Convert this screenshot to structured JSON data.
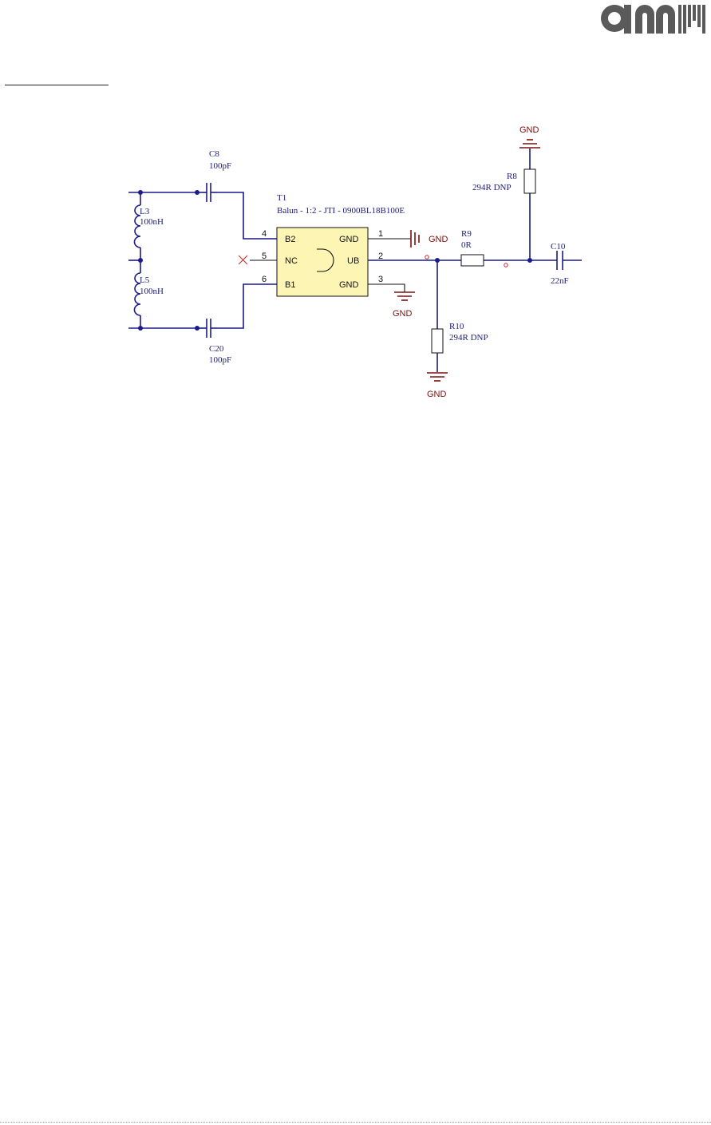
{
  "colors": {
    "wire": "#1a1a8c",
    "ground": "#7a1010",
    "balun_fill": "#fdf5b4",
    "logo": "#5a5a5a"
  },
  "components": {
    "c8": {
      "ref": "C8",
      "value": "100pF"
    },
    "c20": {
      "ref": "C20",
      "value": "100pF"
    },
    "l3": {
      "ref": "L3",
      "value": "100nH"
    },
    "l5": {
      "ref": "L5",
      "value": "100nH"
    },
    "t1": {
      "ref": "T1",
      "value": "Balun - 1:2 - JTI - 0900BL18B100E"
    },
    "r9": {
      "ref": "R9",
      "value": "0R"
    },
    "r8": {
      "ref": "R8",
      "value": "294R DNP"
    },
    "r10": {
      "ref": "R10",
      "value": "294R DNP"
    },
    "c10": {
      "ref": "C10",
      "value": "22nF"
    }
  },
  "balun_pins": {
    "b2": "B2",
    "nc": "NC",
    "b1": "B1",
    "gnd_top": "GND",
    "ub": "UB",
    "gnd_bottom": "GND",
    "n4": "4",
    "n5": "5",
    "n6": "6",
    "n1": "1",
    "n2": "2",
    "n3": "3"
  },
  "ground_labels": {
    "pin1": "GND",
    "pin3": "GND",
    "r8": "GND",
    "r10": "GND"
  }
}
